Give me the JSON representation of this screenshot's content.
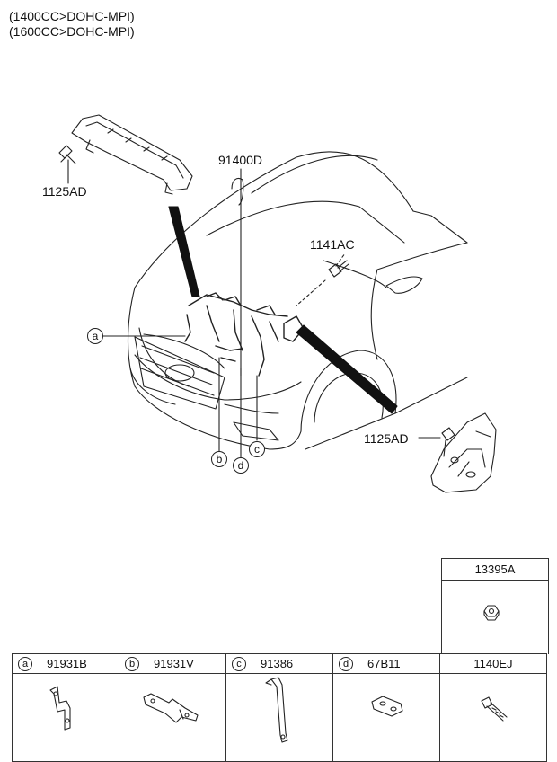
{
  "header": {
    "line1": "(1400CC>DOHC-MPI)",
    "line2": "(1600CC>DOHC-MPI)"
  },
  "diagram_labels": {
    "harness": "91400D",
    "bolt_top_left": "1125AD",
    "bolt_center": "1141AC",
    "bolt_right": "1125AD"
  },
  "callouts": {
    "a": "a",
    "b": "b",
    "c": "c",
    "d": "d"
  },
  "parts_table": {
    "columns": [
      {
        "letter": "a",
        "code": "91931B"
      },
      {
        "letter": "b",
        "code": "91931V"
      },
      {
        "letter": "c",
        "code": "91386"
      },
      {
        "letter": "d",
        "code": "67B11"
      },
      {
        "letter": "",
        "code": "1140EJ"
      }
    ],
    "extra": {
      "code": "13395A"
    }
  },
  "icons": [
    "bracket-icon",
    "clip-icon",
    "bolt-icon",
    "nut-icon",
    "car-outline-icon"
  ]
}
